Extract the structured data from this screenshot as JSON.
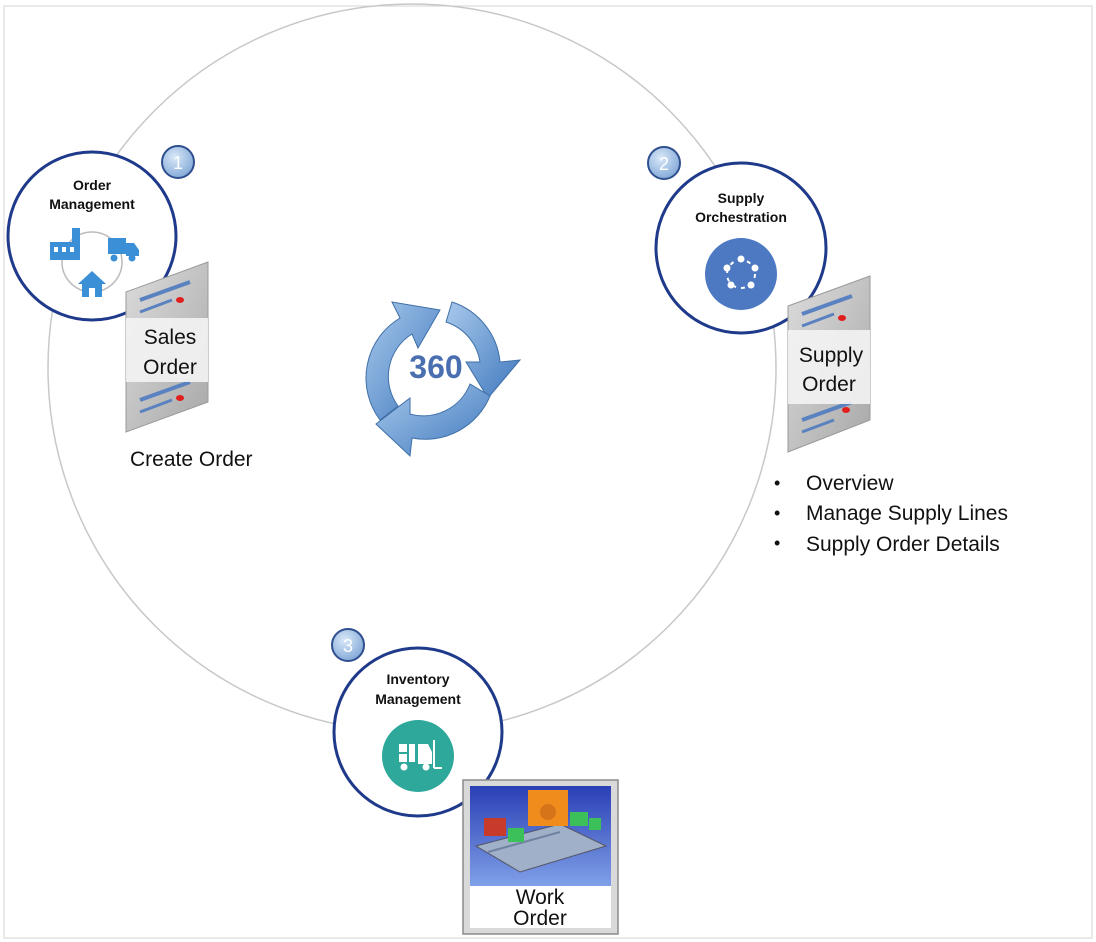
{
  "steps": [
    {
      "number": "1",
      "title_lines": [
        "Order",
        "Management"
      ],
      "document_lines": [
        "Sales",
        "Order"
      ],
      "caption": "Create Order"
    },
    {
      "number": "2",
      "title_lines": [
        "Supply",
        "Orchestration"
      ],
      "document_lines": [
        "Supply",
        "Order"
      ],
      "bullets": [
        "Overview",
        "Manage Supply Lines",
        "Supply Order Details"
      ]
    },
    {
      "number": "3",
      "title_lines": [
        "Inventory",
        "Management"
      ],
      "document_lines": [
        "Work",
        "Order"
      ]
    }
  ],
  "center": {
    "label": "360"
  },
  "colors": {
    "ring": "#c8c8c8",
    "node_border": "#1f3a8a",
    "badge_fill": "#8fb4dd",
    "badge_border": "#2f4f8f",
    "arrow": "#5b8ec9",
    "center_text": "#4a6fb0",
    "orchestration_icon": "#4d79c2",
    "inventory_icon": "#2ea89a",
    "order_icons": "#3a8fd6"
  }
}
